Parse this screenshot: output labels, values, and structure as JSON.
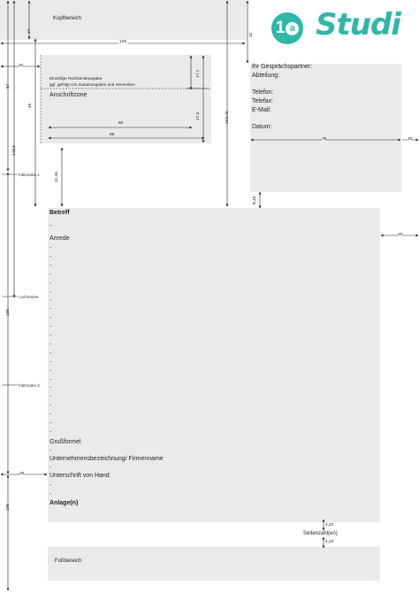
{
  "logo": {
    "badge": "1",
    "badge_small": "a",
    "name": "Studi"
  },
  "header": {
    "label": "Kopfbereich"
  },
  "address": {
    "return_line": "Einzeilige Rücksendeangabe",
    "remarks_line": "ggf. gefolgt von Zusatzangaben und Vermerken",
    "zone_label": "Anschriftzone"
  },
  "info_block": {
    "lines": [
      "Ihr Gesprächspartner:",
      "Abteilung:",
      "Telefon:",
      "Telefax:",
      "E-Mail:",
      "Datum:"
    ]
  },
  "body": {
    "subject": "Betreff",
    "salutation": "Anrede",
    "closing": "Grußformel",
    "company": "Unternehmensbezeichnung/ Firmenname",
    "signature": "Unterschrift von Hand",
    "attachments": "Anlage(n)",
    "dash": "-"
  },
  "page_number": "Seitenzahl(en)",
  "footer": {
    "label": "Fußbereich"
  },
  "marks": {
    "fold1": "Faltmarke 1",
    "punch": "Lochmarke",
    "fold2": "Faltmarke 2"
  },
  "dimensions": {
    "d27": "27",
    "d125": "125",
    "d32": "32",
    "d20a": "20",
    "d87": "87",
    "d45": "45",
    "d17": "17,7",
    "d27_3": "27,3",
    "d80": "80",
    "d85": "85",
    "d148": "148,5",
    "d103": "103,46",
    "d75": "75",
    "d10": "10",
    "d31": "31,46",
    "d8": "8,46",
    "d20b": "20",
    "d105a": "105",
    "d25": "25",
    "d105b": "105",
    "d4a": "4,23",
    "d4b": "4,23"
  },
  "colors": {
    "box": "#e9ebe9",
    "brand": "#2fb7a8"
  }
}
